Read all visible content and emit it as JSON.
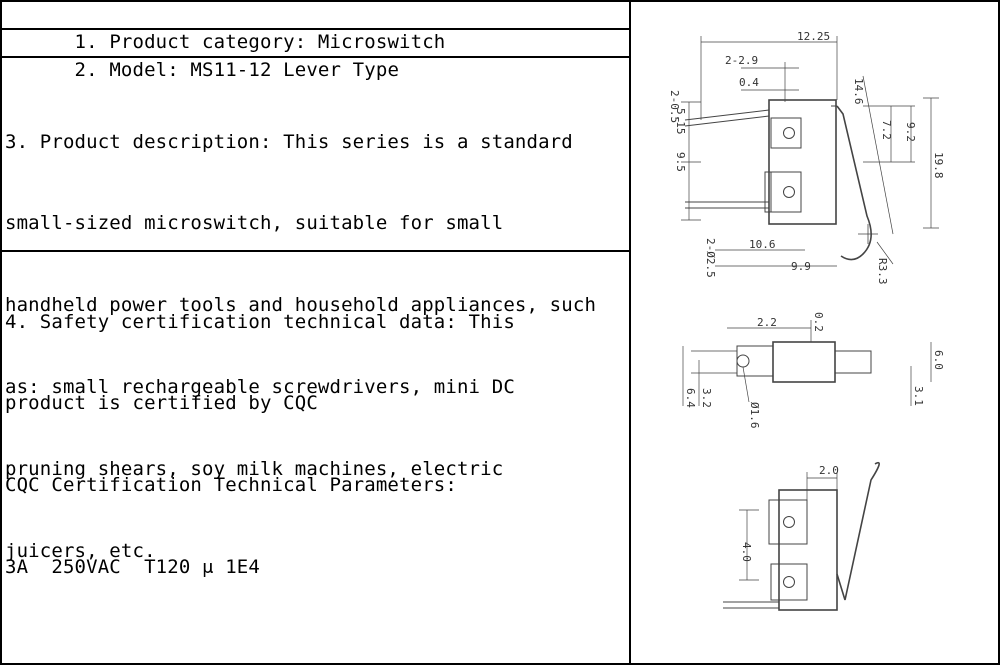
{
  "rows": {
    "category": "1. Product category: Microswitch",
    "model": "2. Model: MS11-12 Lever Type",
    "description_lines": [
      "3. Product description: This series is a standard",
      "small-sized microswitch, suitable for small",
      "handheld power tools and household appliances, such",
      "as: small rechargeable screwdrivers, mini DC",
      "pruning shears, soy milk machines, electric",
      "juicers, etc."
    ],
    "safety_lines": [
      "4. Safety certification technical data: This",
      "product is certified by CQC",
      "CQC Certification Technical Parameters:",
      "3A  250VAC  T120 μ 1E4"
    ]
  },
  "drawing": {
    "top_view_dims": [
      "12.25",
      "2-2.9",
      "0.4",
      "2-0.5",
      "14.6",
      "7.2",
      "9.2",
      "19.8",
      "5.15",
      "9.5",
      "10.6",
      "9.9",
      "2-Ø2.5",
      "R3.3"
    ],
    "side_view_dims": [
      "2.2",
      "0.2",
      "6.0",
      "6.4",
      "3.2",
      "Ø1.6",
      "3.1"
    ],
    "bottom_view_dims": [
      "2.0",
      "4.0"
    ]
  }
}
